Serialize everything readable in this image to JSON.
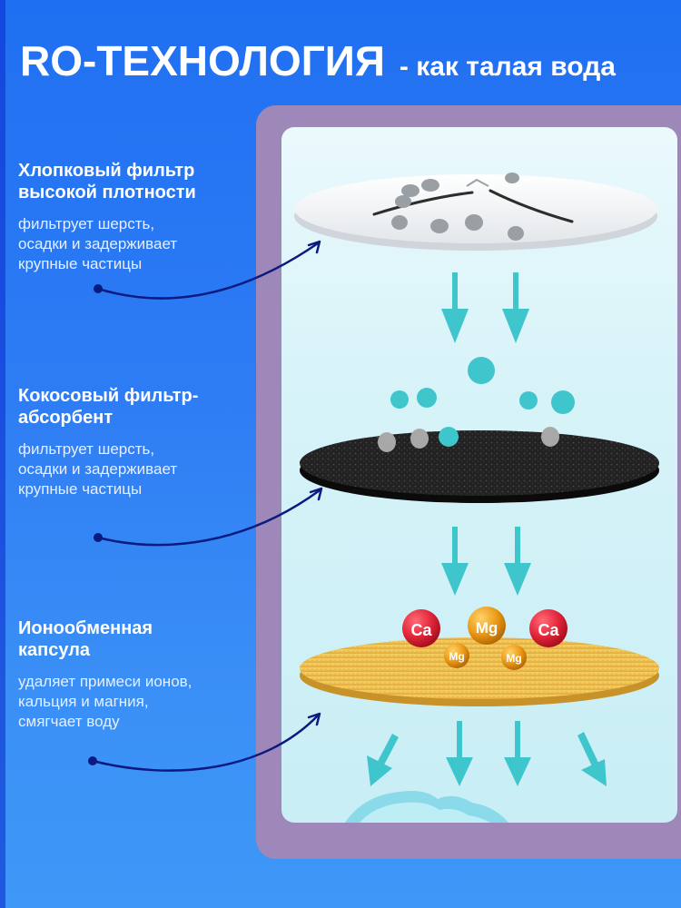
{
  "header": {
    "title": "RO-ТЕХНОЛОГИЯ",
    "subtitle": "- как талая вода"
  },
  "layers": [
    {
      "heading_line1": "Хлопковый фильтр",
      "heading_line2": "высокой плотности",
      "desc_line1": "фильтрует шерсть,",
      "desc_line2": "осадки и задерживает",
      "desc_line3": "крупные частицы"
    },
    {
      "heading_line1": "Кокосовый фильтр-",
      "heading_line2": "абсорбент",
      "desc_line1": "фильтрует шерсть,",
      "desc_line2": "осадки и задерживает",
      "desc_line3": "крупные частицы"
    },
    {
      "heading_line1": "Ионообменная",
      "heading_line2": "капсула",
      "desc_line1": "удаляет примеси ионов,",
      "desc_line2": "кальция и магния,",
      "desc_line3": "смягчает воду"
    }
  ],
  "ions": {
    "ca": "Ca",
    "mg": "Mg"
  },
  "colors": {
    "background": "#2f7df4",
    "panel_frame": "#9e88b9",
    "water": "#3fc6cc",
    "cotton": "#f4f6f8",
    "carbon": "#1e1e1e",
    "capsule": "#e8b84a",
    "calcium": "#e3263a",
    "magnesium": "#ec9a16"
  }
}
